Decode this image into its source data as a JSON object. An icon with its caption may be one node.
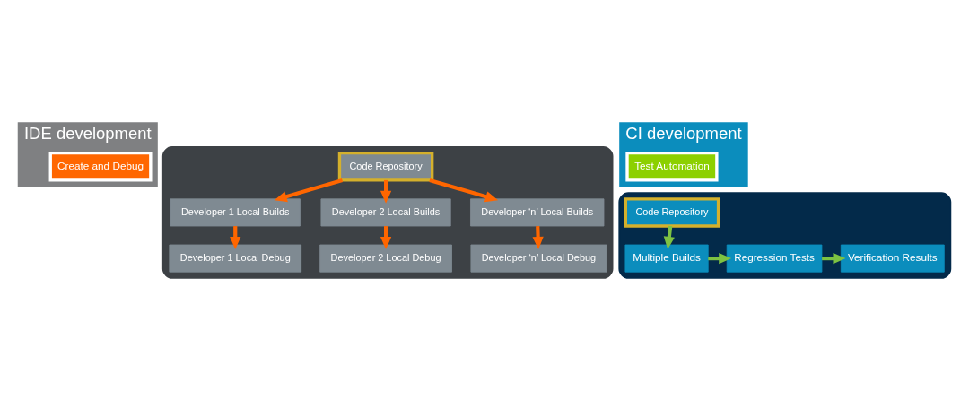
{
  "diagram": {
    "nodes": [
      {
        "text": [
          "IDE development"
        ]
      },
      {
        "text": [
          "Create and Debug"
        ],
        "in": 0
      },
      {
        "text": [
          "CI development"
        ]
      },
      {
        "text": [
          "Test Automation"
        ],
        "in": 2
      },
      {
        "text": [],
        "shape": "box"
      },
      {
        "text": [
          "Code Repository"
        ],
        "in": 4
      },
      {
        "text": [
          "Developer 1 Local Builds"
        ],
        "in": 4
      },
      {
        "text": [
          "Developer 2 Local Builds"
        ],
        "in": 4
      },
      {
        "text": [
          "Developer ‘n’ Local Builds"
        ],
        "in": 4
      },
      {
        "text": [
          "Developer 1 Local Debug"
        ],
        "in": 4
      },
      {
        "text": [
          "Developer 2 Local Debug"
        ],
        "in": 4
      },
      {
        "text": [
          "Developer ‘n’ Local Debug"
        ],
        "in": 4
      },
      {
        "text": [],
        "shape": "box"
      },
      {
        "text": [
          "Code Repository"
        ],
        "in": 12
      },
      {
        "text": [
          "Multiple Builds"
        ],
        "in": 12
      },
      {
        "text": [
          "Regression Tests"
        ],
        "in": 12
      },
      {
        "text": [
          "Verification Results"
        ],
        "in": 12
      }
    ],
    "edges": [
      {
        "from": 5,
        "to": 6,
        "arrow": "to"
      },
      {
        "from": 5,
        "to": 7,
        "arrow": "to"
      },
      {
        "from": 5,
        "to": 8,
        "arrow": "to"
      },
      {
        "from": 6,
        "to": 9,
        "arrow": "to"
      },
      {
        "from": 7,
        "to": 10,
        "arrow": "to"
      },
      {
        "from": 8,
        "to": 11,
        "arrow": "to"
      },
      {
        "from": 13,
        "to": 14,
        "arrow": "to",
        "color": "#7dc242"
      },
      {
        "from": 14,
        "to": 15,
        "arrow": "to",
        "color": "#7dc242"
      },
      {
        "from": 15,
        "to": 16,
        "arrow": "to",
        "color": "#7dc242"
      }
    ]
  }
}
